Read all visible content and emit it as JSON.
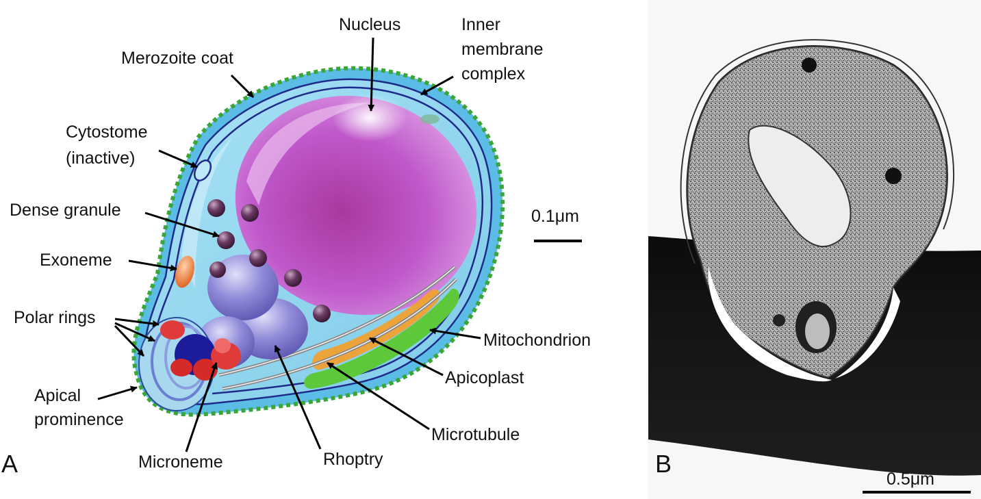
{
  "panel_a": {
    "panel_label": "A",
    "labels": {
      "nucleus": "Nucleus",
      "imc_line1": "Inner",
      "imc_line2": "membrane",
      "imc_line3": "complex",
      "merozoite_coat": "Merozoite coat",
      "cytostome_line1": "Cytostome",
      "cytostome_line2": "(inactive)",
      "dense_granule": "Dense granule",
      "exoneme": "Exoneme",
      "polar_rings": "Polar rings",
      "apical_line1": "Apical",
      "apical_line2": "prominence",
      "microneme": "Microneme",
      "rhoptry": "Rhoptry",
      "microtubule": "Microtubule",
      "apicoplast": "Apicoplast",
      "mitochondrion": "Mitochondrion"
    },
    "scale_bar": "0.1μm"
  },
  "panel_b": {
    "panel_label": "B",
    "scale_bar": "0.5μm"
  },
  "colors": {
    "coat_dots": "#3aa63a",
    "cytoplasm": "#8fd6ef",
    "outer_rim": "#4fb3e0",
    "membrane_line": "#1f2a8a",
    "nucleus": "#b84fc8",
    "dense_granule": "#5a2a4a",
    "rhoptry": "#8c86d6",
    "exoneme": "#e87a3a",
    "microneme": "#d42a2a",
    "apicoplast": "#f0a030",
    "mitochondrion": "#5cc83a",
    "microtubule": "#8a8a8a"
  }
}
